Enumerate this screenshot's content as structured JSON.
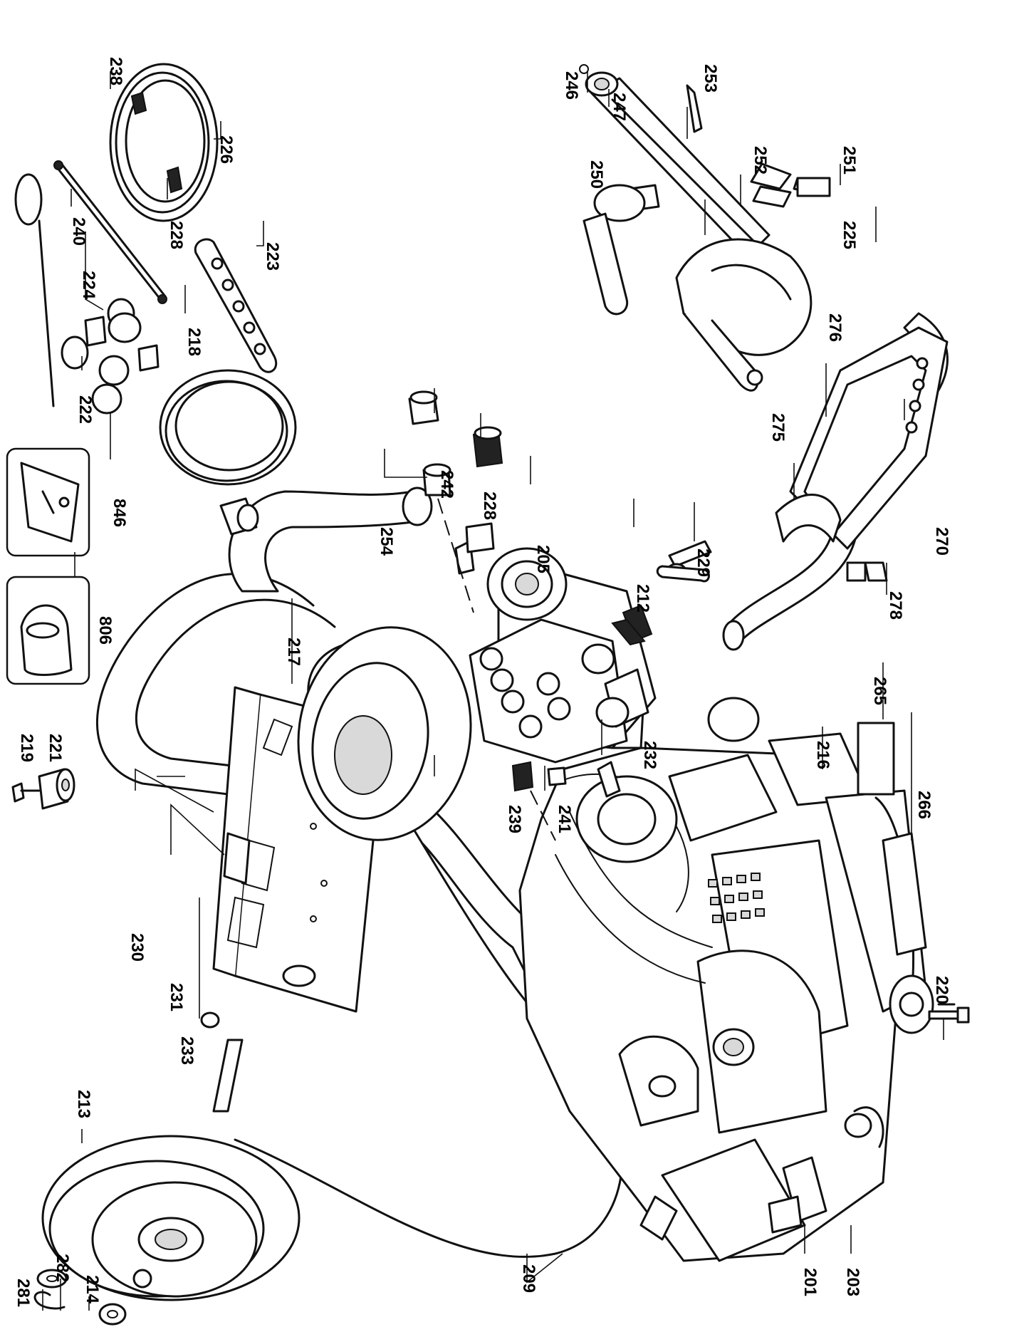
{
  "diagram": {
    "callouts": {
      "c201": "201",
      "c203": "203",
      "c205": "205",
      "c209": "209",
      "c212": "212",
      "c213": "213",
      "c214": "214",
      "c216": "216",
      "c217": "217",
      "c218": "218",
      "c219": "219",
      "c220": "220",
      "c221": "221",
      "c222": "222",
      "c223": "223",
      "c224": "224",
      "c225": "225",
      "c226": "226",
      "c228a": "228",
      "c228b": "228",
      "c229": "229",
      "c230": "230",
      "c231": "231",
      "c232": "232",
      "c233": "233",
      "c238": "238",
      "c239": "239",
      "c240": "240",
      "c241": "241",
      "c242": "242",
      "c246": "246",
      "c247": "247",
      "c250": "250",
      "c251": "251",
      "c252": "252",
      "c253": "253",
      "c254": "254",
      "c265": "265",
      "c266": "266",
      "c270": "270",
      "c275": "275",
      "c276": "276",
      "c278": "278",
      "c281": "281",
      "c282": "282",
      "c806": "806",
      "c846": "846"
    }
  }
}
